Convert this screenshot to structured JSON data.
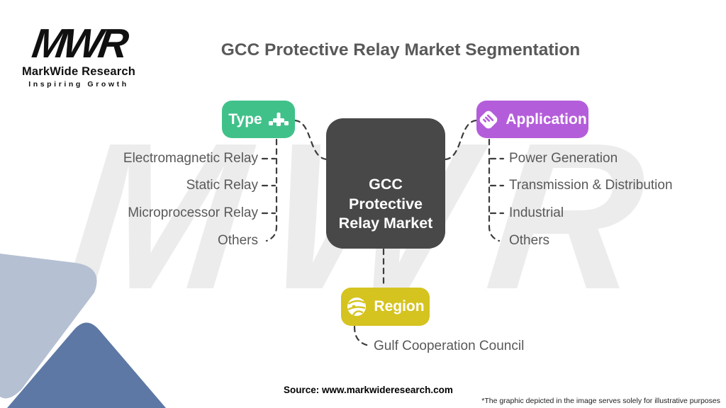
{
  "title": "GCC Protective Relay Market Segmentation",
  "watermark": "MWR",
  "logo": {
    "mark": "MWR",
    "name": "MarkWide Research",
    "tagline": "Inspiring Growth"
  },
  "center": {
    "lines": [
      "GCC",
      "Protective",
      "Relay Market"
    ]
  },
  "segments": {
    "type": {
      "label": "Type",
      "icon": "sitemap-icon",
      "color": "#41c18a",
      "items": [
        "Electromagnetic Relay",
        "Static Relay",
        "Microprocessor Relay",
        "Others"
      ]
    },
    "application": {
      "label": "Application",
      "icon": "diamond-tag-icon",
      "color": "#b45ddb",
      "items": [
        "Power Generation",
        "Transmission & Distribution",
        "Industrial",
        "Others"
      ]
    },
    "region": {
      "label": "Region",
      "icon": "globe-icon",
      "color": "#d5c31f",
      "items": [
        "Gulf Cooperation Council"
      ]
    }
  },
  "footer": {
    "source": "Source: www.markwideresearch.com",
    "disclaimer": "*The graphic depicted in the image serves solely for illustrative purposes"
  },
  "colors": {
    "center_box": "#484848",
    "label_text": "#595959",
    "connector": "#3c3c3c",
    "watermark": "#ececec",
    "corner_shape_light": "#b5c0d3",
    "corner_shape_dark": "#5d78a4"
  }
}
